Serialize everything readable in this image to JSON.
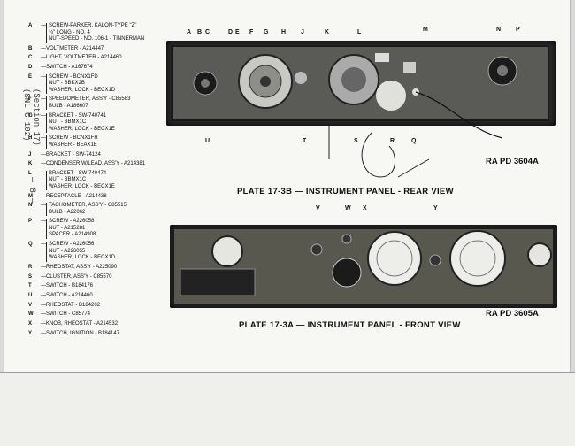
{
  "side_label": {
    "section": "(Section 17)",
    "snl": "(SNL G-102)",
    "page": "— 8 —"
  },
  "legend": [
    {
      "key": "A",
      "lines": [
        "SCREW-PARKER, KALON-TYPE \"Z\"",
        "¾\" LONG - NO. 4",
        "NUT-SPEED - NO. 106-1 - TINNERMAN"
      ]
    },
    {
      "key": "B",
      "lines": [
        "VOLTMETER - A214447"
      ]
    },
    {
      "key": "C",
      "lines": [
        "LIGHT, VOLTMETER - A214460"
      ]
    },
    {
      "key": "D",
      "lines": [
        "SWITCH - A167674"
      ]
    },
    {
      "key": "E",
      "lines": [
        "SCREW - BCNX1FD",
        "NUT - BBKX2B",
        "WASHER, LOCK - BECX1D"
      ]
    },
    {
      "key": "F",
      "lines": [
        "SPEEDOMETER, ASS'Y - C85583",
        "BULB - A186607"
      ]
    },
    {
      "key": "G",
      "lines": [
        "BRACKET - SW-740741",
        "NUT - BBMX1C",
        "WASHER, LOCK - BECX1E"
      ]
    },
    {
      "key": "H",
      "lines": [
        "SCREW - BCNX1FR",
        "WASHER - BEAX1E"
      ]
    },
    {
      "key": "J",
      "lines": [
        "BRACKET - SW-74124"
      ]
    },
    {
      "key": "K",
      "lines": [
        "CONDENSER W/LEAD, ASS'Y - A214381"
      ]
    },
    {
      "key": "L",
      "lines": [
        "BRACKET - SW-740474",
        "NUT - BBMX1C",
        "WASHER, LOCK - BECX1E"
      ]
    },
    {
      "key": "M",
      "lines": [
        "RECEPTACLE - A214438"
      ]
    },
    {
      "key": "N",
      "lines": [
        "TACHOMETER, ASS'Y - C85515",
        "BULB - A22062"
      ]
    },
    {
      "key": "P",
      "lines": [
        "SCREW - A226058",
        "NUT - A215281",
        "SPACER - A214908"
      ]
    },
    {
      "key": "Q",
      "lines": [
        "SCREW - A226056",
        "NUT - A226055",
        "WASHER, LOCK - BECX1D"
      ]
    },
    {
      "key": "R",
      "lines": [
        "RHEOSTAT, ASS'Y - A225090"
      ]
    },
    {
      "key": "S",
      "lines": [
        "CLUSTER, ASS'Y - C85570"
      ]
    },
    {
      "key": "T",
      "lines": [
        "SWITCH - B184176"
      ]
    },
    {
      "key": "U",
      "lines": [
        "SWITCH - A214460"
      ]
    },
    {
      "key": "V",
      "lines": [
        "RHEOSTAT - B184202"
      ]
    },
    {
      "key": "W",
      "lines": [
        "SWITCH - C85774"
      ]
    },
    {
      "key": "X",
      "lines": [
        "KNOB, RHEOSTAT - A214532"
      ]
    },
    {
      "key": "Y",
      "lines": [
        "SWITCH, IGNITION - B184147"
      ]
    }
  ],
  "plate_rear": {
    "caption": "PLATE 17-3B — INSTRUMENT PANEL - REAR VIEW",
    "ref": "RA PD  3604A",
    "callouts": [
      "A",
      "B",
      "C",
      "D",
      "E",
      "F",
      "G",
      "H",
      "J",
      "K",
      "L",
      "M",
      "N",
      "P",
      "U",
      "T",
      "S",
      "R",
      "Q"
    ]
  },
  "plate_front": {
    "caption": "PLATE 17-3A — INSTRUMENT PANEL - FRONT VIEW",
    "ref": "RA PD  3605A",
    "callouts": [
      "V",
      "W",
      "X",
      "Y"
    ]
  }
}
